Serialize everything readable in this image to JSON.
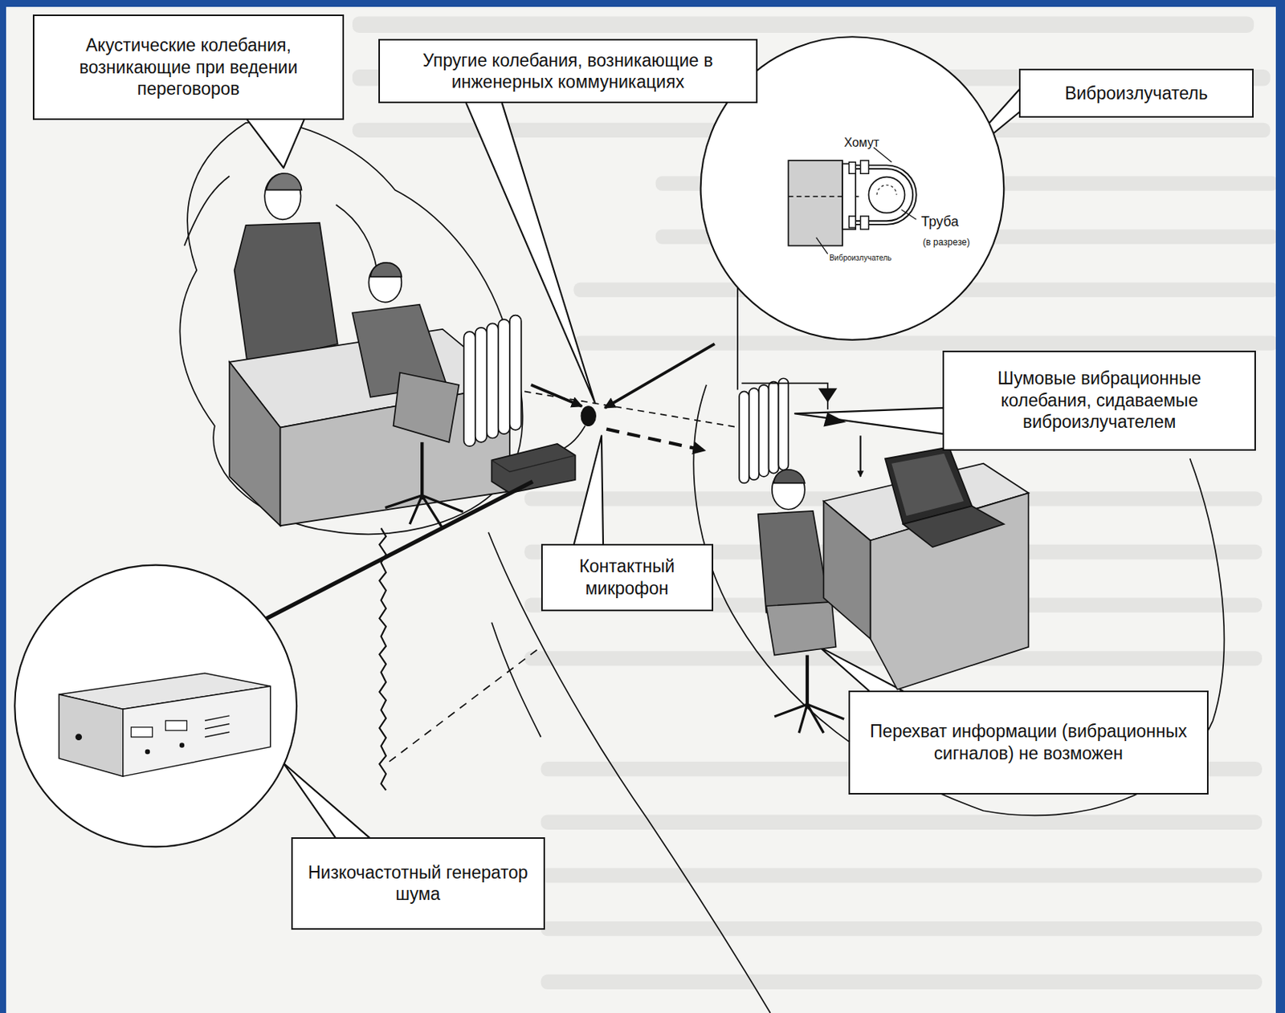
{
  "diagram": {
    "nodes": [
      {
        "text": [
          "Акустические колебания, возникающие при ведении переговоров"
        ]
      },
      {
        "text": [
          "Упругие колебания, возникающие в инженерных коммуникациях"
        ]
      },
      {
        "text": [
          "Виброизлучатель"
        ]
      },
      {
        "text": [
          "Шумовые вибрационные колебания, сидаваемые виброизлучателем"
        ]
      },
      {
        "text": [
          "Контактный микрофон"
        ]
      },
      {
        "text": [
          "Перехват информации (вибрационных сигналов) не возможен"
        ]
      },
      {
        "text": [
          "Низкочастотный генератор шума"
        ]
      }
    ],
    "labels": [
      "Хомут",
      "Труба",
      "(в разрезе)",
      "Виброизлучатель"
    ]
  }
}
